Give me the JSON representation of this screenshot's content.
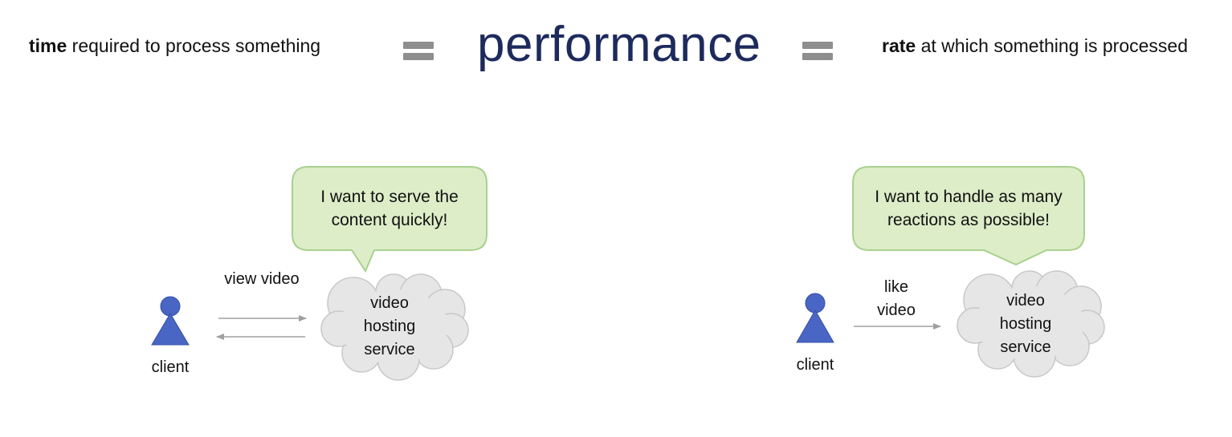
{
  "header": {
    "left_bold": "time",
    "left_rest": " required to process something",
    "title": "performance",
    "right_bold": "rate",
    "right_rest": " at which something is processed"
  },
  "left_scenario": {
    "bubble": "I want to serve the content quickly!",
    "actor_label": "client",
    "request_label": "view video",
    "service_label": "video hosting service"
  },
  "right_scenario": {
    "bubble": "I want to handle as many reactions as possible!",
    "actor_label": "client",
    "request_label": "like video",
    "service_label": "video hosting service"
  },
  "colors": {
    "title": "#1d2a5c",
    "equals": "#8e8e8e",
    "actor": "#4a66c4",
    "bubble_fill": "#dcedc8",
    "bubble_stroke": "#a9d18e",
    "cloud_fill": "#e6e6e6",
    "cloud_stroke": "#c8c8c8",
    "arrow": "#a0a0a0"
  }
}
